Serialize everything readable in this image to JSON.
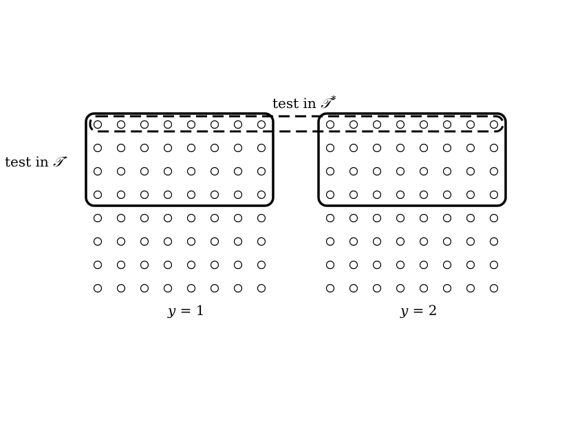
{
  "labels": {
    "test_star_prefix": "test in ",
    "test_star_symbol": "𝒯",
    "test_star_sup": "*",
    "test_prime_prefix": "test in ",
    "test_prime_symbol": "𝒯",
    "test_prime_sup": "′",
    "group1_var": "y",
    "group1_rest": " = 1",
    "group2_var": "y",
    "group2_rest": " = 2"
  },
  "grid": {
    "groups": 2,
    "rows": 8,
    "cols": 8,
    "highlighted_rows": 4,
    "dashed_highlight_rows": 1
  },
  "colors": {
    "stroke": "#000000",
    "background": "#ffffff"
  }
}
